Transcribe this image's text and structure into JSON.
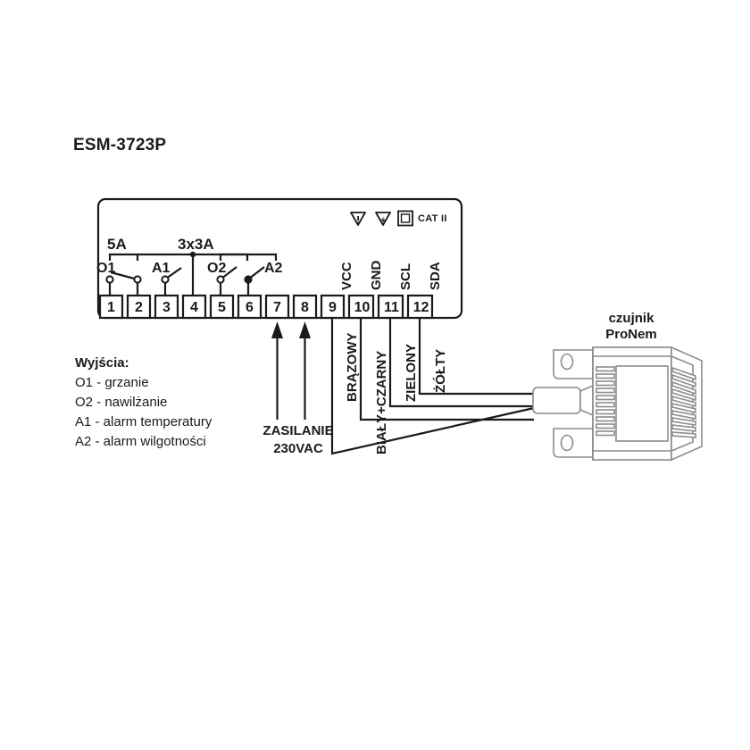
{
  "title": "ESM-3723P",
  "device": {
    "markings": {
      "warning_icon": "warning-triangle-icon",
      "shock_icon": "electric-shock-triangle-icon",
      "class2_icon": "double-insulation-square-icon",
      "cat_label": "CAT II"
    },
    "ratings": [
      {
        "text": "5A"
      },
      {
        "text": "3x3A"
      }
    ],
    "relay_labels": [
      {
        "text": "O1"
      },
      {
        "text": "A1"
      },
      {
        "text": "O2"
      },
      {
        "text": "A2"
      }
    ],
    "terminals": [
      {
        "num": "1",
        "name": ""
      },
      {
        "num": "2",
        "name": ""
      },
      {
        "num": "3",
        "name": ""
      },
      {
        "num": "4",
        "name": ""
      },
      {
        "num": "5",
        "name": ""
      },
      {
        "num": "6",
        "name": ""
      },
      {
        "num": "7",
        "name": ""
      },
      {
        "num": "8",
        "name": ""
      },
      {
        "num": "9",
        "name": "VCC"
      },
      {
        "num": "10",
        "name": "GND"
      },
      {
        "num": "11",
        "name": "SCL"
      },
      {
        "num": "12",
        "name": "SDA"
      }
    ]
  },
  "legend": {
    "heading": "Wyjścia:",
    "lines": [
      "O1 - grzanie",
      "O2 - nawilżanie",
      "A1 - alarm temperatury",
      "A2 - alarm wilgotności"
    ]
  },
  "power": {
    "line1": "ZASILANIE",
    "line2": "230VAC"
  },
  "wires": [
    {
      "label": "BRĄZOWY",
      "terminal": "9"
    },
    {
      "label": "BIAŁY+CZARNY",
      "terminal": "10"
    },
    {
      "label": "ZIELONY",
      "terminal": "11"
    },
    {
      "label": "ŻÓŁTY",
      "terminal": "12"
    }
  ],
  "sensor": {
    "line1": "czujnik",
    "line2": "ProNem"
  },
  "colors": {
    "ink": "#1a1a1a",
    "sensor_line": "#8c8c8c",
    "background": "#ffffff"
  }
}
